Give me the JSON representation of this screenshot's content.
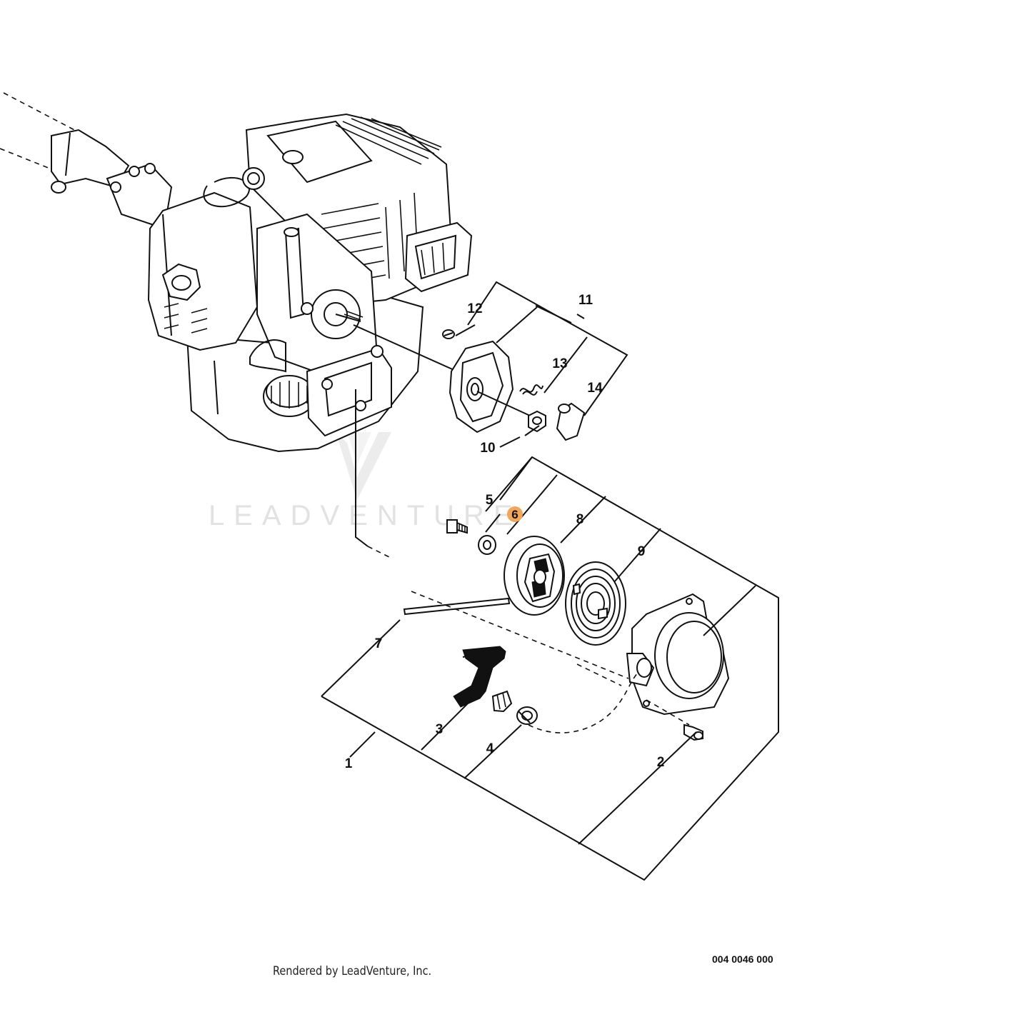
{
  "diagram": {
    "callouts": [
      {
        "id": "1",
        "label": "1"
      },
      {
        "id": "2",
        "label": "2"
      },
      {
        "id": "3",
        "label": "3"
      },
      {
        "id": "4",
        "label": "4"
      },
      {
        "id": "5",
        "label": "5"
      },
      {
        "id": "6",
        "label": "6",
        "highlighted": true
      },
      {
        "id": "7",
        "label": "7"
      },
      {
        "id": "8",
        "label": "8"
      },
      {
        "id": "9",
        "label": "9"
      },
      {
        "id": "10",
        "label": "10"
      },
      {
        "id": "11",
        "label": "11"
      },
      {
        "id": "12",
        "label": "12"
      },
      {
        "id": "13",
        "label": "13"
      },
      {
        "id": "14",
        "label": "14"
      }
    ],
    "highlight_color": "#f2a65a",
    "watermark": "LEADVENTURE",
    "diagram_code": "004 0046 000",
    "footer": "Rendered by LeadVenture, Inc."
  }
}
